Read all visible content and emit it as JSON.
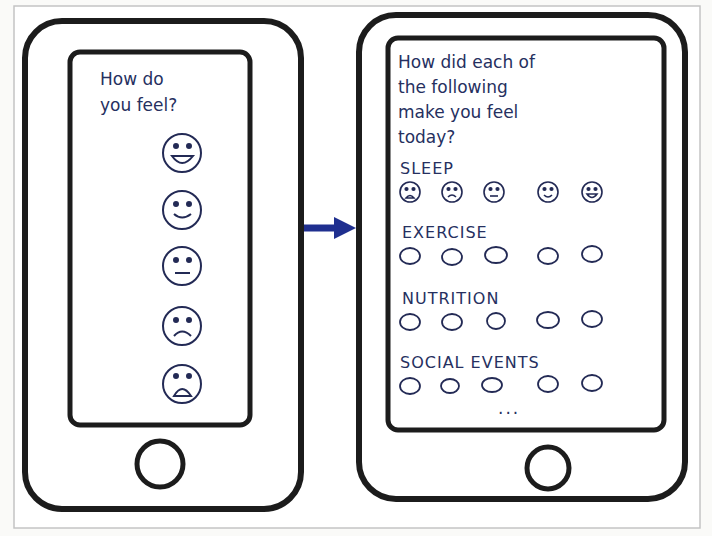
{
  "diagram": {
    "nodes": [
      {
        "text": [
          "How do you feel?"
        ]
      },
      {
        "text": [
          "How did each of the following make you feel today?",
          "SLEEP",
          "EXERCISE",
          "NUTRITION",
          "SOCIAL EVENTS",
          "..."
        ]
      }
    ],
    "edges": [
      {
        "from": 0,
        "to": 1,
        "arrow": "to"
      }
    ]
  }
}
